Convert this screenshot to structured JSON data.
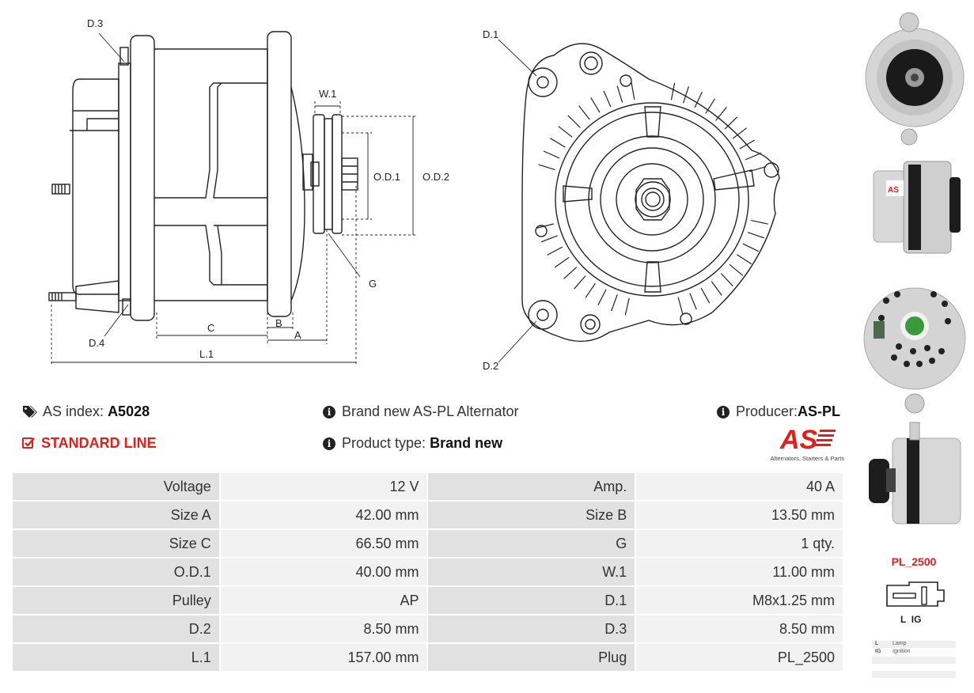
{
  "drawing_labels": {
    "d3": "D.3",
    "d4": "D.4",
    "w1": "W.1",
    "od1": "O.D.1",
    "od2": "O.D.2",
    "g": "G",
    "c": "C",
    "b": "B",
    "a": "A",
    "l1": "L.1",
    "d1": "D.1",
    "d2": "D.2"
  },
  "info": {
    "as_index_label": "AS index:",
    "as_index_value": "A5028",
    "standard_line": "STANDARD LINE",
    "description": "Brand new AS-PL Alternator",
    "product_type_label": "Product type:",
    "product_type_value": "Brand new",
    "producer_label": "Producer:",
    "producer_value": "AS-PL"
  },
  "logo": {
    "text": "AS",
    "tagline": "Alternators, Starters & Parts"
  },
  "specs": [
    [
      "Voltage",
      "12 V",
      "Amp.",
      "40 A"
    ],
    [
      "Size A",
      "42.00 mm",
      "Size B",
      "13.50 mm"
    ],
    [
      "Size C",
      "66.50 mm",
      "G",
      "1 qty."
    ],
    [
      "O.D.1",
      "40.00 mm",
      "W.1",
      "11.00 mm"
    ],
    [
      "Pulley",
      "AP",
      "D.1",
      "M8x1.25 mm"
    ],
    [
      "D.2",
      "8.50 mm",
      "D.3",
      "8.50 mm"
    ],
    [
      "L.1",
      "157.00 mm",
      "Plug",
      "PL_2500"
    ]
  ],
  "plug": {
    "code": "PL_2500",
    "pin_labels": "L  IG",
    "legend": [
      {
        "key": "L",
        "value": "Lamp"
      },
      {
        "key": "IG",
        "value": "Ignition"
      }
    ]
  },
  "colors": {
    "accent": "#e1201c",
    "key_cell": "#e1e1e1",
    "value_cell": "#f2f2f2"
  }
}
